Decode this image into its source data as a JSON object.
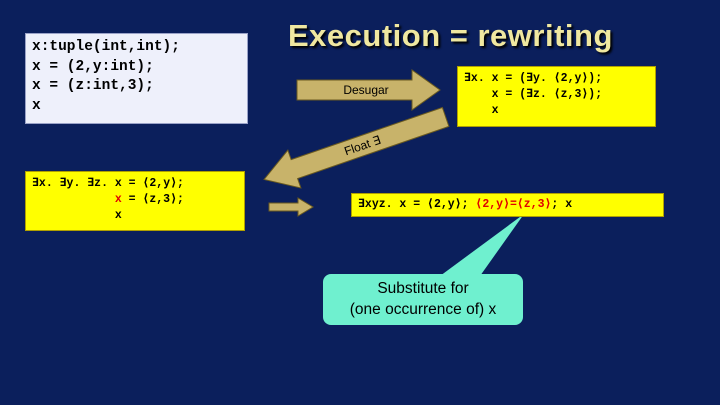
{
  "slide": {
    "title": "Execution = rewriting",
    "source_lines": [
      "x:tuple(int,int);",
      "x = (2,y:int);",
      "x = (z:int,3);",
      "x"
    ],
    "desugar_label": "Desugar",
    "desugared_lines": [
      "∃x. x = (∃y. ⟨2,y⟩);",
      "    x = (∃z. ⟨z,3⟩);",
      "    x"
    ],
    "float_label": "Float ∃",
    "floated": {
      "line1": "∃x. ∃y. ∃z. x = ⟨2,y⟩;",
      "line2_pad": "            ",
      "line2_var": "x",
      "line2_rest": " = ⟨z,3⟩;",
      "line3": "            x"
    },
    "substituted": {
      "prefix": "∃xyz. x = ⟨2,y⟩; ",
      "highlight": "⟨2,y⟩=⟨z,3⟩",
      "suffix": "; x"
    },
    "callout_lines": [
      "Substitute for",
      "(one occurrence of) x"
    ],
    "colors": {
      "background": "#0b1f5c",
      "title": "#f0e8a0",
      "highlight_box": "#ffff00",
      "arrow": "#c8b36a",
      "callout": "#6ff0cf",
      "emphasis": "#e00000"
    }
  }
}
